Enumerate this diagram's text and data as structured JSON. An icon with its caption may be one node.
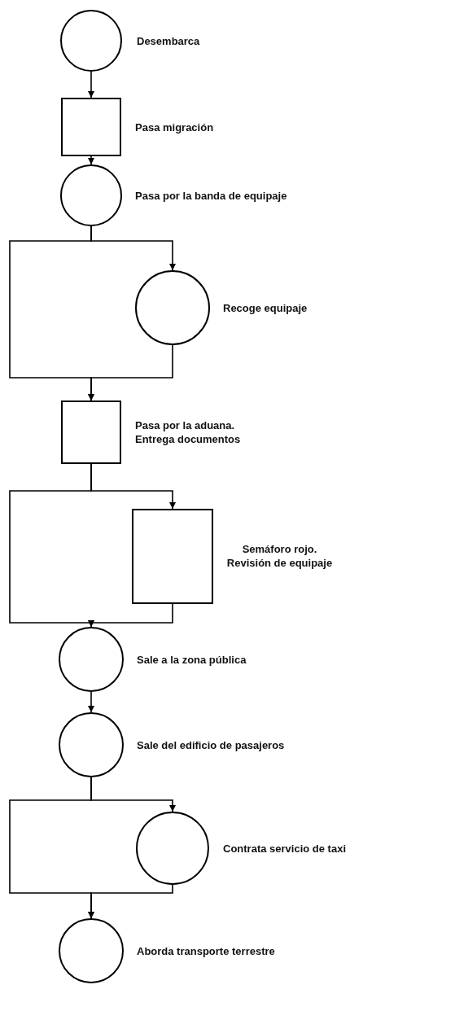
{
  "diagram": {
    "nodes": [
      {
        "text": [],
        "shape": "circle",
        "beside": [
          "Desembarca"
        ]
      },
      {
        "text": [],
        "shape": "box",
        "beside": [
          "Pasa migración"
        ]
      },
      {
        "text": [],
        "shape": "circle",
        "beside": [
          "Pasa por la banda de equipaje"
        ]
      },
      {
        "text": [],
        "shape": "circle",
        "beside": [
          "Recoge equipaje"
        ]
      },
      {
        "text": [],
        "shape": "box",
        "beside": [
          "Pasa por la aduana. Entrega documentos"
        ]
      },
      {
        "text": [],
        "shape": "box",
        "beside": [
          "Semáforo rojo. Revisión de equipaje"
        ]
      },
      {
        "text": [],
        "shape": "circle",
        "beside": [
          "Sale a la zona pública"
        ]
      },
      {
        "text": [],
        "shape": "circle",
        "beside": [
          "Sale del edificio de pasajeros"
        ]
      },
      {
        "text": [],
        "shape": "circle",
        "beside": [
          "Contrata servicio de taxi"
        ]
      },
      {
        "text": [],
        "shape": "circle",
        "beside": [
          "Aborda transporte terrestre"
        ]
      }
    ],
    "edges": [
      {
        "from": 0,
        "to": 1,
        "arrow": "to"
      },
      {
        "from": 1,
        "to": 2,
        "arrow": "to"
      },
      {
        "from": 2,
        "to": 3,
        "arrow": "to"
      },
      {
        "from": 2,
        "to": 4,
        "arrow": "to"
      },
      {
        "from": 3,
        "to": 4,
        "arrow": "to"
      },
      {
        "from": 4,
        "to": 5,
        "arrow": "to"
      },
      {
        "from": 4,
        "to": 6,
        "arrow": "to"
      },
      {
        "from": 5,
        "to": 6,
        "arrow": "to"
      },
      {
        "from": 6,
        "to": 7,
        "arrow": "to"
      },
      {
        "from": 7,
        "to": 8,
        "arrow": "to"
      },
      {
        "from": 7,
        "to": 9,
        "arrow": "to"
      },
      {
        "from": 8,
        "to": 9,
        "arrow": "to"
      }
    ]
  }
}
